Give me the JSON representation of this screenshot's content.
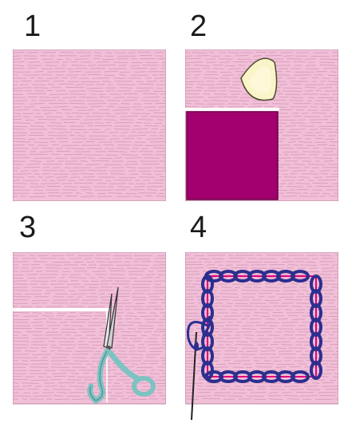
{
  "steps": [
    {
      "number": "1",
      "description_icon": "fabric-square"
    },
    {
      "number": "2",
      "description_icon": "tailor-chalk"
    },
    {
      "number": "3",
      "description_icon": "scissors-icon"
    },
    {
      "number": "4",
      "description_icon": "chain-stitch-needle"
    }
  ],
  "colors": {
    "fabric": "#f1c0d8",
    "fabric_line": "#d08fb0",
    "patch": "#a1006e",
    "chalk": "#fbf4c8",
    "scissors": "#7dc3c2",
    "thread_blue": "#2b2f8f",
    "thread_pink": "#e0007a"
  }
}
